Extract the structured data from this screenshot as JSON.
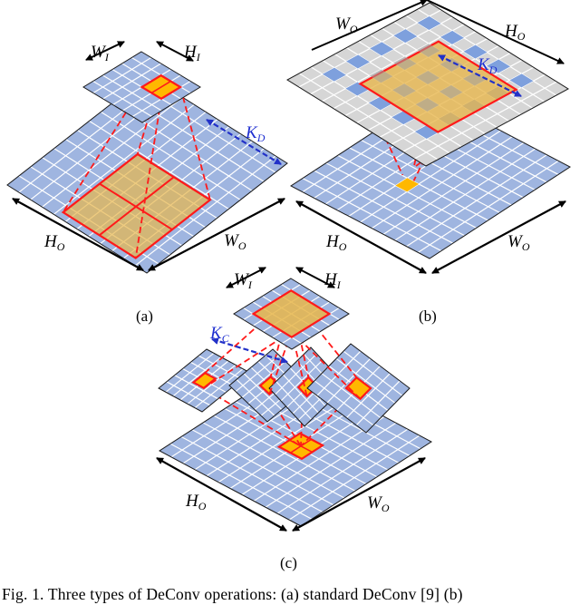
{
  "colors": {
    "grid_fill": "#9fb5e0",
    "grid_line": "#ffffff",
    "grid_border": "#1a1a1a",
    "kernel_fill": "#e8b64a",
    "highlight_fill": "#ffb800",
    "red_line": "#ff1a1a",
    "blue_arrow": "#2231c8",
    "gray_map": "#d6d6d6",
    "gray_cell": "#a0a0a0",
    "blue_cell": "#7ea0dd"
  },
  "panels": {
    "a": {
      "label": "(a)",
      "top": {
        "w": "W",
        "w_sub": "I",
        "h": "H",
        "h_sub": "I"
      },
      "kd": {
        "k": "K",
        "k_sub": "D"
      },
      "bottom": {
        "h": "H",
        "h_sub": "O",
        "w": "W",
        "w_sub": "O"
      }
    },
    "b": {
      "label": "(b)",
      "top": {
        "w": "W",
        "w_sub": "O",
        "h": "H",
        "h_sub": "O"
      },
      "kd": {
        "k": "K",
        "k_sub": "D"
      },
      "bottom": {
        "h": "H",
        "h_sub": "O",
        "w": "W",
        "w_sub": "O"
      }
    },
    "c": {
      "label": "(c)",
      "top": {
        "w": "W",
        "w_sub": "I",
        "h": "H",
        "h_sub": "I"
      },
      "kc": {
        "k": "K",
        "k_sub": "C"
      },
      "bottom": {
        "h": "H",
        "h_sub": "O",
        "w": "W",
        "w_sub": "O"
      }
    }
  },
  "caption": "Fig. 1. Three types of DeConv operations: (a) standard DeConv [9] (b)"
}
